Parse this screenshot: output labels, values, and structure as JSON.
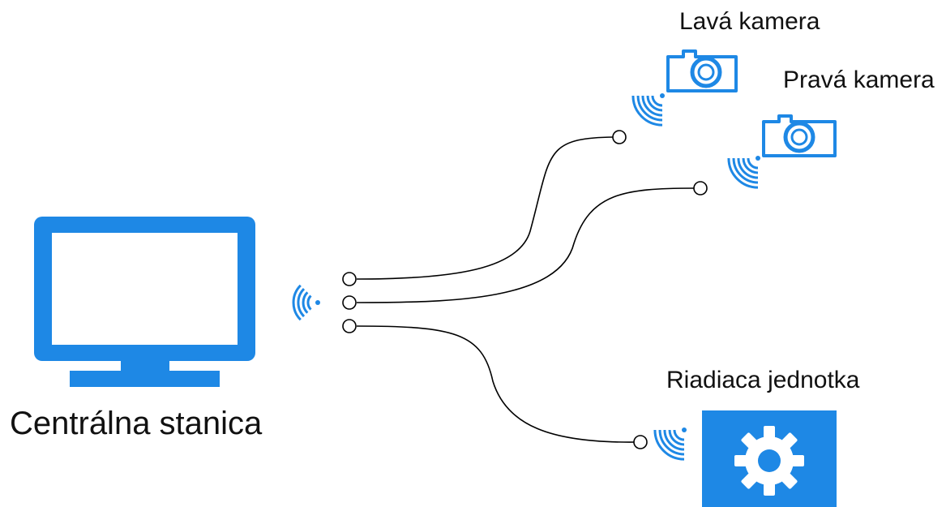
{
  "nodes": {
    "central_station": "Centrálna stanica",
    "left_camera": "Lavá kamera",
    "right_camera": "Pravá kamera",
    "control_unit": "Riadiaca jednotka"
  },
  "icons": {
    "central_station": "monitor-icon",
    "left_camera": "camera-icon",
    "right_camera": "camera-icon",
    "control_unit": "gear-icon",
    "signal": "wireless-signal-icon"
  },
  "colors": {
    "accent": "#1e88e5",
    "line": "#000000",
    "background": "#ffffff"
  }
}
